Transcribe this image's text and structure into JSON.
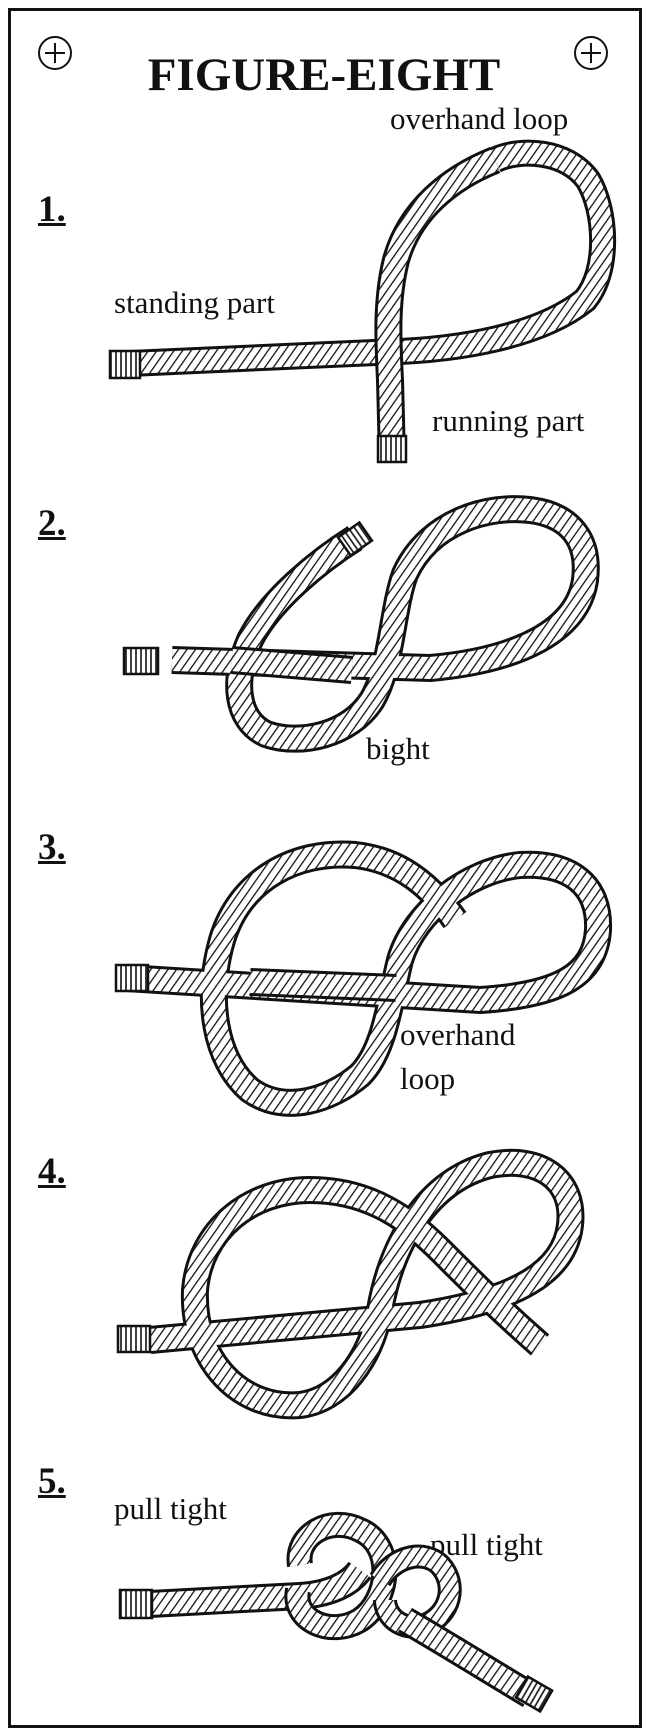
{
  "title": "FIGURE-EIGHT",
  "steps": [
    {
      "number": "1.",
      "labels": {
        "top": "overhand loop",
        "left": "standing part",
        "right": "running part"
      }
    },
    {
      "number": "2.",
      "labels": {
        "bottom": "bight"
      }
    },
    {
      "number": "3.",
      "labels": {
        "line1": "overhand",
        "line2": "loop"
      }
    },
    {
      "number": "4."
    },
    {
      "number": "5.",
      "labels": {
        "left": "pull tight",
        "right": "pull tight"
      }
    }
  ],
  "icons": [
    "crosshair-icon",
    "crosshair-icon"
  ],
  "colors": {
    "ink": "#111111",
    "paper": "#ffffff"
  }
}
